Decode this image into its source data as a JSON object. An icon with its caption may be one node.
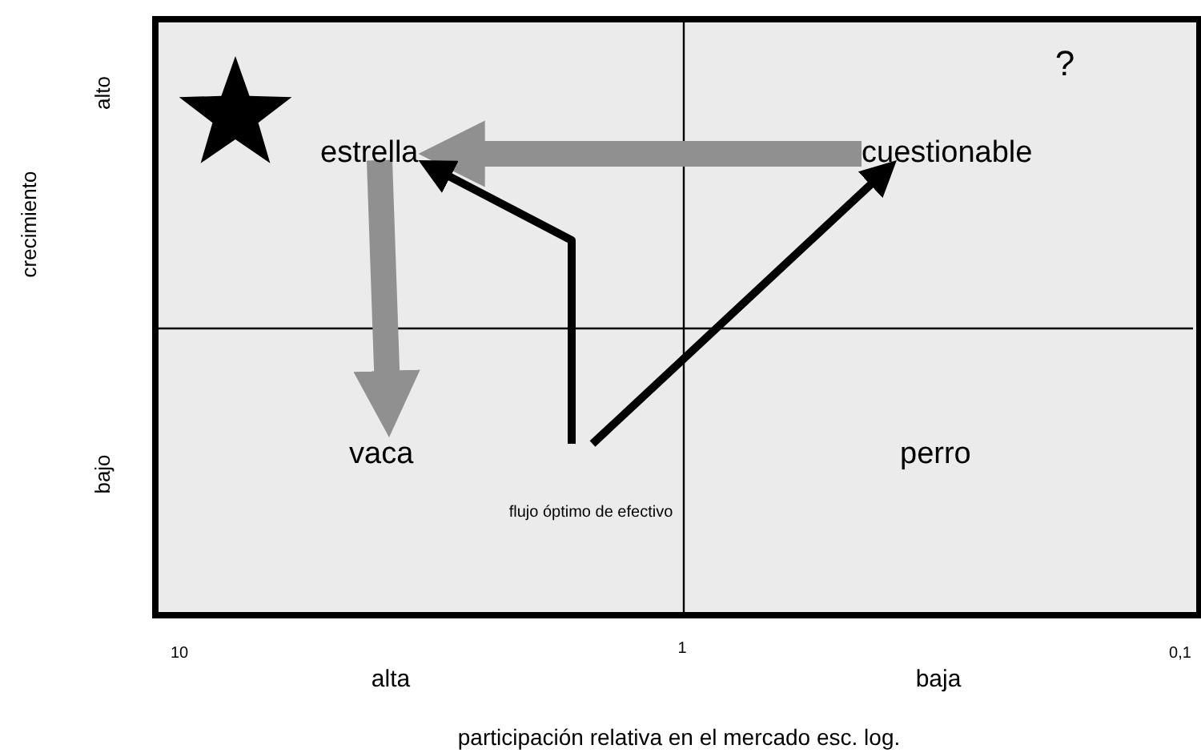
{
  "diagram": {
    "nodes": [
      {
        "text": [
          "estrella"
        ]
      },
      {
        "text": [
          "cuestionable"
        ]
      },
      {
        "text": [
          "vaca"
        ]
      },
      {
        "text": [
          "perro"
        ]
      }
    ],
    "edges": [
      {
        "from": 1,
        "to": 0,
        "arrow": "to",
        "style": "thick",
        "color": "#909090"
      },
      {
        "from": 0,
        "to": 2,
        "arrow": "to",
        "style": "thick",
        "color": "#909090"
      },
      {
        "from": null,
        "to": 0,
        "arrow": "to",
        "color": "#000000"
      },
      {
        "from": null,
        "to": 1,
        "arrow": "to",
        "color": "#000000"
      }
    ],
    "labels": [
      "?",
      "alto",
      "crecimiento",
      "bajo",
      "flujo óptimo de efectivo",
      "10",
      "1",
      "0,1",
      "alta",
      "baja",
      "participación relativa en el mercado esc. log."
    ]
  }
}
